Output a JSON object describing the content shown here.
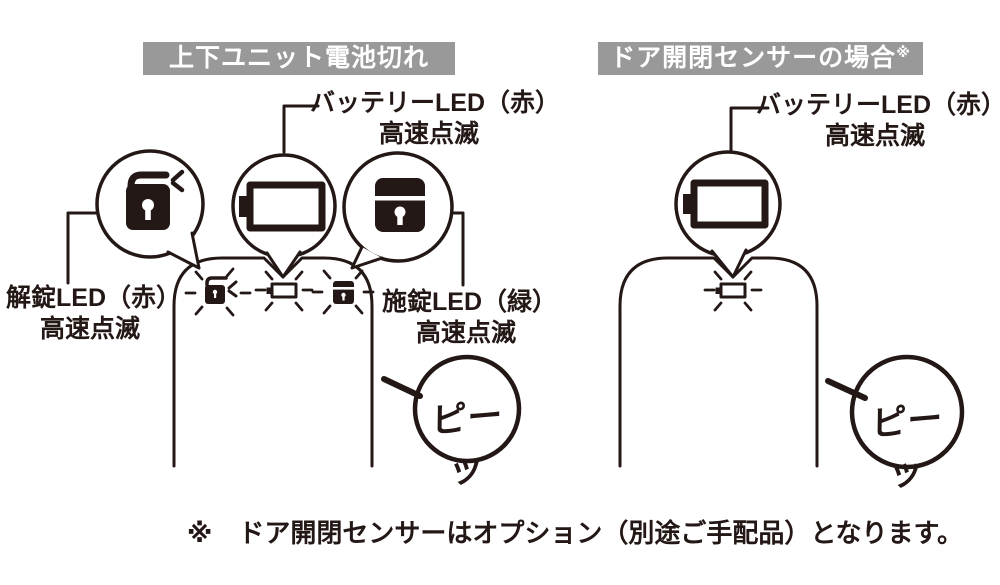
{
  "colors": {
    "ink": "#231815",
    "header_bg": "#999999",
    "header_text": "#ffffff",
    "background": "#ffffff"
  },
  "left_panel": {
    "header": "上下ユニット電池切れ",
    "battery_label": {
      "line1": "バッテリーLED（赤）",
      "line2": "高速点滅"
    },
    "unlock_label": {
      "line1": "解錠LED（赤）",
      "line2": "高速点滅"
    },
    "lock_label": {
      "line1": "施錠LED（緑）",
      "line2": "高速点滅"
    },
    "beep": "ピーッ"
  },
  "right_panel": {
    "header": "ドア開閉センサーの場合",
    "header_marker": "※",
    "battery_label": {
      "line1": "バッテリーLED（赤）",
      "line2": "高速点滅"
    },
    "beep": "ピーッ"
  },
  "footnote": "※　ドア開閉センサーはオプション（別途ご手配品）となります。",
  "icons": {
    "unlock_led": "open-padlock-icon",
    "battery_led": "battery-icon",
    "lock_led": "closed-padlock-icon",
    "blink_burst": "blink-rays-icon",
    "beep_bubble": "sound-bubble-icon"
  }
}
